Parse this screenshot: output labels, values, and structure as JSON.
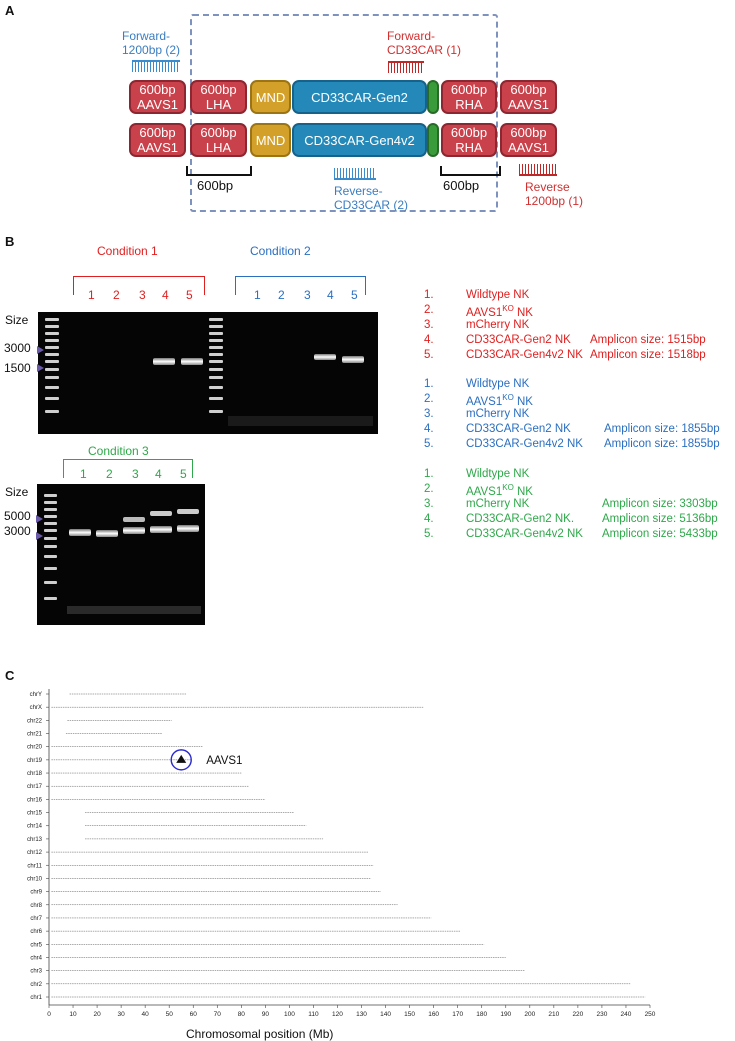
{
  "panels": {
    "a": "A",
    "b": "B",
    "c": "C"
  },
  "construct": {
    "row1": [
      "600bp\nAAVS1",
      "600bp\nLHA",
      "MND",
      "CD33CAR-Gen2",
      "600bp\nRHA",
      "600bp\nAAVS1"
    ],
    "row2": [
      "600bp\nAAVS1",
      "600bp\nLHA",
      "MND",
      "CD33CAR-Gen4v2",
      "600bp\nRHA",
      "600bp\nAAVS1"
    ],
    "primer_fwd_1200": "Forward-\n1200bp (2)",
    "primer_fwd_cd33": "Forward-\nCD33CAR (1)",
    "primer_rev_cd33": "Reverse-\nCD33CAR (2)",
    "primer_rev_1200": "Reverse\n1200bp (1)",
    "left_arm": "600bp",
    "right_arm": "600bp",
    "colors": {
      "red": "#c9414b",
      "gold": "#d3a12a",
      "blue": "#2489b8",
      "green": "#3a9b3a"
    }
  },
  "gel": {
    "condition1": "Condition 1",
    "condition2": "Condition 2",
    "condition3": "Condition 3",
    "lanes": [
      "1",
      "2",
      "3",
      "4",
      "5"
    ],
    "size_label": "Size",
    "size_top_1": "3000",
    "size_bot_1": "1500",
    "size_top_3": "5000",
    "size_bot_3": "3000"
  },
  "legend": {
    "condition1": [
      {
        "n": "1.",
        "t": "Wildtype NK",
        "a": ""
      },
      {
        "n": "2.",
        "t": "AAVS1",
        "sup": "KO",
        "t2": " NK",
        "a": ""
      },
      {
        "n": "3.",
        "t": "mCherry NK",
        "a": ""
      },
      {
        "n": "4.",
        "t": "CD33CAR-Gen2 NK",
        "a": "Amplicon size: 1515bp"
      },
      {
        "n": "5.",
        "t": "CD33CAR-Gen4v2 NK",
        "a": "Amplicon size: 1518bp"
      }
    ],
    "condition2": [
      {
        "n": "1.",
        "t": "Wildtype NK",
        "a": ""
      },
      {
        "n": "2.",
        "t": "AAVS1",
        "sup": "KO",
        "t2": " NK",
        "a": ""
      },
      {
        "n": "3.",
        "t": "mCherry NK",
        "a": ""
      },
      {
        "n": "4.",
        "t": "CD33CAR-Gen2 NK",
        "a": "Amplicon size: 1855bp"
      },
      {
        "n": "5.",
        "t": "CD33CAR-Gen4v2 NK",
        "a": "Amplicon size: 1855bp"
      }
    ],
    "condition3": [
      {
        "n": "1.",
        "t": "Wildtype NK",
        "a": ""
      },
      {
        "n": "2.",
        "t": "AAVS1",
        "sup": "KO",
        "t2": " NK",
        "a": ""
      },
      {
        "n": "3.",
        "t": "mCherry NK",
        "a": "Amplicon size:  3303bp"
      },
      {
        "n": "4.",
        "t": "CD33CAR-Gen2 NK.",
        "a": "Amplicon size:  5136bp"
      },
      {
        "n": "5.",
        "t": "CD33CAR-Gen4v2 NK",
        "a": "Amplicon size:  5433bp"
      }
    ]
  },
  "chart_data": {
    "type": "scatter",
    "xlabel": "Chromosomal position (Mb)",
    "ylabel": "",
    "xlim": [
      0,
      250
    ],
    "xticks": [
      0,
      10,
      20,
      30,
      40,
      50,
      60,
      70,
      80,
      90,
      100,
      110,
      120,
      130,
      140,
      150,
      160,
      170,
      180,
      190,
      200,
      210,
      220,
      230,
      240,
      250
    ],
    "categories": [
      "chr1",
      "chr2",
      "chr3",
      "chr4",
      "chr5",
      "chr6",
      "chr7",
      "chr8",
      "chr9",
      "chr10",
      "chr11",
      "chr12",
      "chr13",
      "chr14",
      "chr15",
      "chr16",
      "chr17",
      "chr18",
      "chr19",
      "chr20",
      "chr21",
      "chr22",
      "chrX",
      "chrY"
    ],
    "chromosome_lengths_mb": [
      248,
      242,
      198,
      190,
      181,
      171,
      159,
      145,
      138,
      134,
      135,
      133,
      114,
      107,
      102,
      90,
      83,
      80,
      59,
      64,
      47,
      51,
      156,
      57
    ],
    "annotation": {
      "label": "AAVS1",
      "chromosome": "chr19",
      "position_mb": 55
    }
  }
}
